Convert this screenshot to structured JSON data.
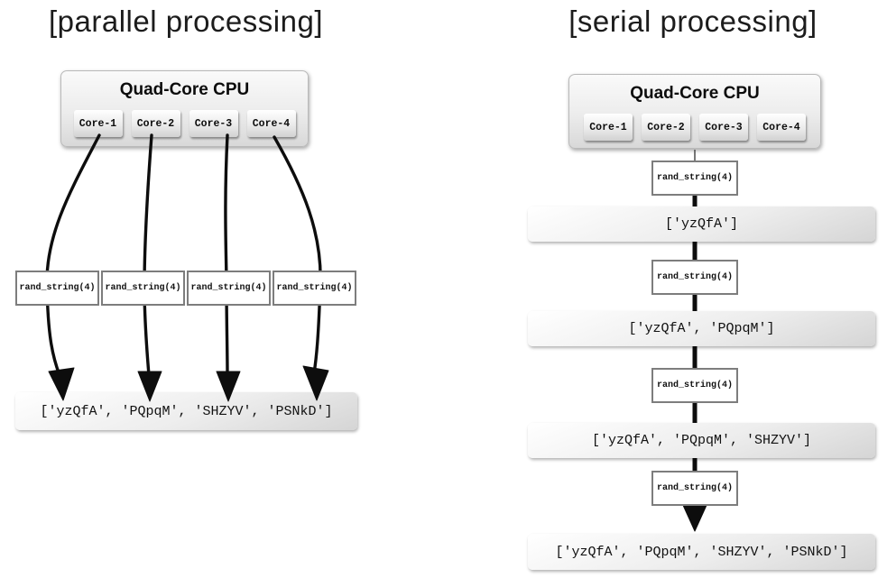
{
  "panels": [
    {
      "title": "[parallel processing]",
      "cpu": {
        "title": "Quad-Core CPU",
        "cores": [
          "Core-1",
          "Core-2",
          "Core-3",
          "Core-4"
        ]
      },
      "tasks": [
        "rand_string(4)",
        "rand_string(4)",
        "rand_string(4)",
        "rand_string(4)"
      ],
      "result": "['yzQfA', 'PQpqM', 'SHZYV', 'PSNkD']"
    },
    {
      "title": "[serial processing]",
      "cpu": {
        "title": "Quad-Core CPU",
        "cores": [
          "Core-1",
          "Core-2",
          "Core-3",
          "Core-4"
        ]
      },
      "steps": [
        {
          "task": "rand_string(4)",
          "result": "['yzQfA']"
        },
        {
          "task": "rand_string(4)",
          "result": "['yzQfA', 'PQpqM']"
        },
        {
          "task": "rand_string(4)",
          "result": "['yzQfA', 'PQpqM', 'SHZYV']"
        },
        {
          "task": "rand_string(4)",
          "result": "['yzQfA', 'PQpqM', 'SHZYV', 'PSNkD']"
        }
      ]
    }
  ],
  "colors": {
    "arrow": "#0d0d0d",
    "task_box_border": "#7d7d7d",
    "box_fill_light": "#ffffff",
    "box_fill_dark": "#d5d5d5"
  }
}
